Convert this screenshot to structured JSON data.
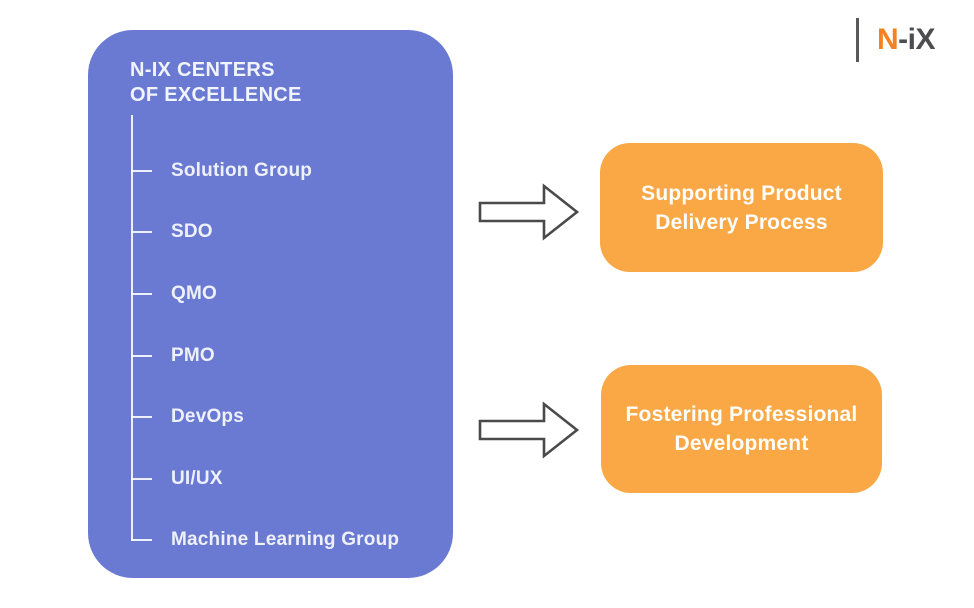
{
  "logo": {
    "text_orange": "N",
    "text_gray": "-iX"
  },
  "panel": {
    "title_line1": "N-IX CENTERS",
    "title_line2": "OF EXCELLENCE",
    "items": [
      {
        "label": "Solution Group"
      },
      {
        "label": "SDO"
      },
      {
        "label": "QMO"
      },
      {
        "label": "PMO"
      },
      {
        "label": "DevOps"
      },
      {
        "label": "UI/UX"
      },
      {
        "label": "Machine Learning Group"
      }
    ]
  },
  "outcomes": [
    {
      "line1": "Supporting Product",
      "line2": "Delivery Process"
    },
    {
      "line1": "Fostering Professional",
      "line2": "Development"
    }
  ],
  "colors": {
    "panel_bg": "#6A79D1",
    "outcome_bg": "#F9A845",
    "arrow_outline": "#4A4A4A",
    "arrow_fill": "#FFFFFF",
    "tree_line": "#FFFFFF",
    "logo_orange": "#F58220",
    "logo_gray": "#4D4D4F",
    "text_light": "#FDFDFB"
  },
  "icons": {
    "arrow": "right-arrow-icon"
  }
}
